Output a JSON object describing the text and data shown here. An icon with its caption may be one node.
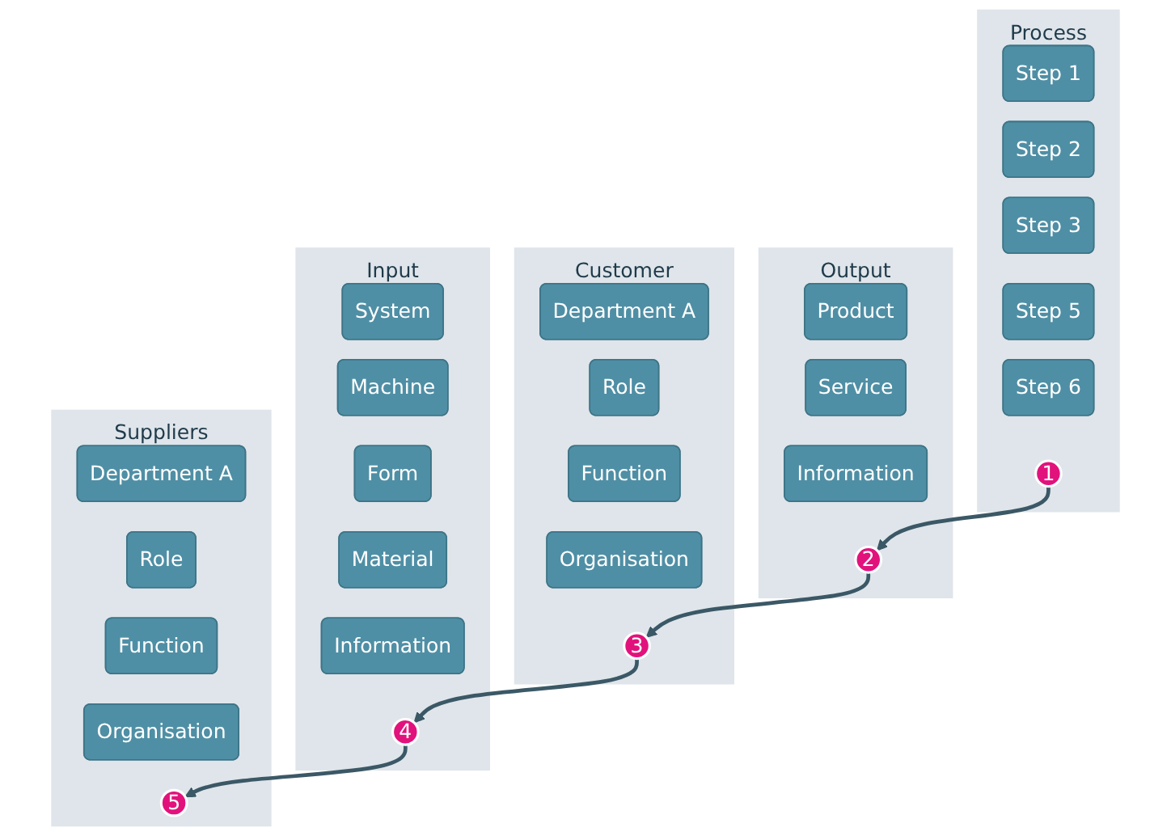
{
  "diagram": {
    "nodes": [
      {
        "text": [
          "Suppliers"
        ]
      },
      {
        "text": [
          "Department A"
        ],
        "in": 0
      },
      {
        "text": [
          "Role"
        ],
        "in": 0
      },
      {
        "text": [
          "Function"
        ],
        "in": 0
      },
      {
        "text": [
          "Organisation"
        ],
        "in": 0
      },
      {
        "text": [
          "5"
        ],
        "in": 0
      },
      {
        "text": [
          "Input"
        ]
      },
      {
        "text": [
          "System"
        ],
        "in": 6
      },
      {
        "text": [
          "Machine"
        ],
        "in": 6
      },
      {
        "text": [
          "Form"
        ],
        "in": 6
      },
      {
        "text": [
          "Material"
        ],
        "in": 6
      },
      {
        "text": [
          "Information"
        ],
        "in": 6
      },
      {
        "text": [
          "4"
        ],
        "in": 6
      },
      {
        "text": [
          "Process"
        ]
      },
      {
        "text": [
          "Step 1"
        ],
        "in": 13
      },
      {
        "text": [
          "Step 2"
        ],
        "in": 13
      },
      {
        "text": [
          "Step 3"
        ],
        "in": 13
      },
      {
        "text": [
          "Step 5"
        ],
        "in": 13
      },
      {
        "text": [
          "Step 6"
        ],
        "in": 13
      },
      {
        "text": [
          "1"
        ],
        "in": 13
      },
      {
        "text": [
          "Output"
        ]
      },
      {
        "text": [
          "Product"
        ],
        "in": 20
      },
      {
        "text": [
          "Service"
        ],
        "in": 20
      },
      {
        "text": [
          "Information"
        ],
        "in": 20
      },
      {
        "text": [
          "2"
        ],
        "in": 20
      },
      {
        "text": [
          "Customer"
        ]
      },
      {
        "text": [
          "Department A"
        ],
        "in": 25
      },
      {
        "text": [
          "Role"
        ],
        "in": 25
      },
      {
        "text": [
          "Function"
        ],
        "in": 25
      },
      {
        "text": [
          "Organisation"
        ],
        "in": 25
      },
      {
        "text": [
          "3"
        ],
        "in": 25
      }
    ],
    "edges": [
      {
        "from": 19,
        "to": 24,
        "arrow": "to"
      },
      {
        "from": 24,
        "to": 30,
        "arrow": "to"
      },
      {
        "from": 30,
        "to": 12,
        "arrow": "to"
      },
      {
        "from": 12,
        "to": 5,
        "arrow": "to"
      }
    ]
  }
}
